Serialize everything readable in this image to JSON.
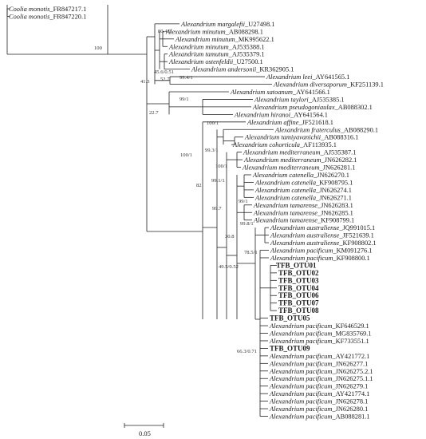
{
  "tips": [
    {
      "genus": "Coolia monotis",
      "species": "",
      "acc": "FR847217.1",
      "bold": false
    },
    {
      "genus": "Coolia monotis",
      "species": "",
      "acc": "FR847220.1",
      "bold": false
    },
    {
      "genus": "Alexandrium",
      "species": "margalefii",
      "acc": "U27498.1",
      "bold": false
    },
    {
      "genus": "Alexandrium",
      "species": "minutum",
      "acc": "AB088298.1",
      "bold": false
    },
    {
      "genus": "Alexandrium",
      "species": "minutum",
      "acc": "MK995622.1",
      "bold": false
    },
    {
      "genus": "Alexandrium",
      "species": "minutum",
      "acc": "AJ535388.1",
      "bold": false
    },
    {
      "genus": "Alexandrium",
      "species": "tamutum",
      "acc": "AJ535379.1",
      "bold": false
    },
    {
      "genus": "Alexandrium",
      "species": "ostenfeldii",
      "acc": "U27500.1",
      "bold": false
    },
    {
      "genus": "Alexandrium",
      "species": "andersonii",
      "acc": "KR362905.1",
      "bold": false
    },
    {
      "genus": "Alexandrium",
      "species": "leei",
      "acc": "AY641565.1",
      "bold": false
    },
    {
      "genus": "Alexandrium",
      "species": "diversaporum",
      "acc": "KF251139.1",
      "bold": false
    },
    {
      "genus": "Alexandrium",
      "species": "satoanum",
      "acc": "AY641566.1",
      "bold": false
    },
    {
      "genus": "Alexandrium",
      "species": "taylori",
      "acc": "AJ535385.1",
      "bold": false
    },
    {
      "genus": "Alexandrium",
      "species": "pseudogoniaulax",
      "acc": "AB088302.1",
      "bold": false
    },
    {
      "genus": "Alexandrium",
      "species": "hiranoi",
      "acc": "AY641564.1",
      "bold": false
    },
    {
      "genus": "Alexandrium",
      "species": "affine",
      "acc": "JF521618.1",
      "bold": false
    },
    {
      "genus": "Alexandrium",
      "species": "fraterculus",
      "acc": "AB088290.1",
      "bold": false
    },
    {
      "genus": "Alexandrium",
      "species": "tamiyavanichii",
      "acc": "AB088316.1",
      "bold": false
    },
    {
      "genus": "Alexandrium",
      "species": "cohorticula",
      "acc": "AF113935.1",
      "bold": false
    },
    {
      "genus": "Alexandrium",
      "species": "mediterraneum",
      "acc": "AJ535387.1",
      "bold": false
    },
    {
      "genus": "Alexandrium",
      "species": "mediterraneum",
      "acc": "JN626282.1",
      "bold": false
    },
    {
      "genus": "Alexandrium",
      "species": "mediterraneum",
      "acc": "JN626281.1",
      "bold": false
    },
    {
      "genus": "Alexandrium",
      "species": "catenella",
      "acc": "JN626270.1",
      "bold": false
    },
    {
      "genus": "Alexandrium",
      "species": "catenella",
      "acc": "KF908795.1",
      "bold": false
    },
    {
      "genus": "Alexandrium",
      "species": "catenella",
      "acc": "JN626274.1",
      "bold": false
    },
    {
      "genus": "Alexandrium",
      "species": "catenella",
      "acc": "JN626271.1",
      "bold": false
    },
    {
      "genus": "Alexandrium",
      "species": "tamarense",
      "acc": "JN626283.1",
      "bold": false
    },
    {
      "genus": "Alexandrium",
      "species": "tamarense",
      "acc": "JN626285.1",
      "bold": false
    },
    {
      "genus": "Alexandrium",
      "species": "tamarense",
      "acc": "KF908799.1",
      "bold": false
    },
    {
      "genus": "Alexandrium",
      "species": "australiense",
      "acc": "JQ991015.1",
      "bold": false
    },
    {
      "genus": "Alexandrium",
      "species": "australiense",
      "acc": "JF521639.1",
      "bold": false
    },
    {
      "genus": "Alexandrium",
      "species": "australiense",
      "acc": "KF908802.1",
      "bold": false
    },
    {
      "genus": "Alexandrium",
      "species": "pacificum",
      "acc": "KM091276.1",
      "bold": false
    },
    {
      "genus": "Alexandrium",
      "species": "pacificum",
      "acc": "KF908800.1",
      "bold": false
    },
    {
      "genus": "TFB_OTU01",
      "species": "",
      "acc": "",
      "bold": true
    },
    {
      "genus": "TFB_OTU02",
      "species": "",
      "acc": "",
      "bold": true
    },
    {
      "genus": "TFB_OTU03",
      "species": "",
      "acc": "",
      "bold": true
    },
    {
      "genus": "TFB_OTU04",
      "species": "",
      "acc": "",
      "bold": true
    },
    {
      "genus": "TFB_OTU06",
      "species": "",
      "acc": "",
      "bold": true
    },
    {
      "genus": "TFB_OTU07",
      "species": "",
      "acc": "",
      "bold": true
    },
    {
      "genus": "TFB_OTU08",
      "species": "",
      "acc": "",
      "bold": true
    },
    {
      "genus": "TFB_OTU05",
      "species": "",
      "acc": "",
      "bold": true
    },
    {
      "genus": "Alexandrium",
      "species": "pacificum",
      "acc": "KF646529.1",
      "bold": false
    },
    {
      "genus": "Alexandrium",
      "species": "pacificum",
      "acc": "MG835769.1",
      "bold": false
    },
    {
      "genus": "Alexandrium",
      "species": "pacificum",
      "acc": "KF733551.1",
      "bold": false
    },
    {
      "genus": "TFB_OTU09",
      "species": "",
      "acc": "",
      "bold": true
    },
    {
      "genus": "Alexandrium",
      "species": "pacificum",
      "acc": "AY421772.1",
      "bold": false
    },
    {
      "genus": "Alexandrium",
      "species": "pacificum",
      "acc": "JN626277.1",
      "bold": false
    },
    {
      "genus": "Alexandrium",
      "species": "pacificum",
      "acc": "JN626275.2.1",
      "bold": false
    },
    {
      "genus": "Alexandrium",
      "species": "pacificum",
      "acc": "JN626275.1.1",
      "bold": false
    },
    {
      "genus": "Alexandrium",
      "species": "pacificum",
      "acc": "JN626279.1",
      "bold": false
    },
    {
      "genus": "Alexandrium",
      "species": "pacificum",
      "acc": "AY421774.1",
      "bold": false
    },
    {
      "genus": "Alexandrium",
      "species": "pacificum",
      "acc": "JN626278.1",
      "bold": false
    },
    {
      "genus": "Alexandrium",
      "species": "pacificum",
      "acc": "JN626280.1",
      "bold": false
    },
    {
      "genus": "Alexandrium",
      "species": "pacificum",
      "acc": "AB088281.1",
      "bold": false
    }
  ],
  "support_values": [
    "100",
    "80.4/1",
    "45.6/0.51",
    "52.7",
    "99.4/1",
    "41.3",
    "99/1",
    "100/1",
    "22.7",
    "100/1",
    "99.3/1",
    "100/1",
    "82",
    "99.1/1",
    "99.7",
    "99/1",
    "99.8/1",
    "30.8",
    "78.5/1",
    "49.5/0.52",
    "66.3/0.71"
  ],
  "scale_bar": {
    "label": "0.05"
  }
}
